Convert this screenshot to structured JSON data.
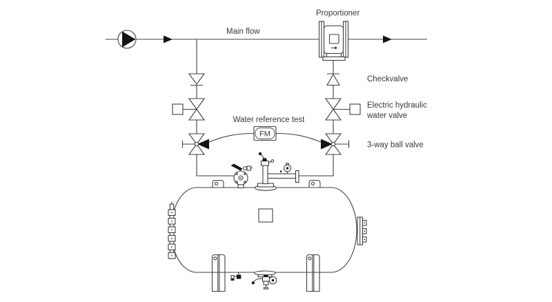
{
  "page": {
    "background": "#ffffff"
  },
  "colors": {
    "line": "#3f3f3f",
    "solid_fill": "#141414",
    "text": "#383838"
  },
  "labels": {
    "proportioner": "Proportioner",
    "main_flow": "Main flow",
    "checkvalve": "Checkvalve",
    "electric_valve_line1": "Electric hydraulic",
    "electric_valve_line2": "water valve",
    "three_way_ball_valve": "3-way ball valve",
    "water_reference_test": "Water reference test",
    "flow_meter_abbrev": "FM"
  },
  "icons": {
    "pump": "pump-icon",
    "flow_arrow": "flow-arrow-icon",
    "proportioner": "proportioner-icon",
    "check_valve": "check-valve-icon",
    "electric_hydraulic_valve": "electric-hydraulic-valve-icon",
    "three_way_ball_valve": "three-way-ball-valve-icon",
    "flow_meter": "flow-meter-icon",
    "bladder_tank": "bladder-tank-icon",
    "sight_gauge": "sight-gauge-icon",
    "pressure_gauge": "pressure-gauge-icon"
  }
}
